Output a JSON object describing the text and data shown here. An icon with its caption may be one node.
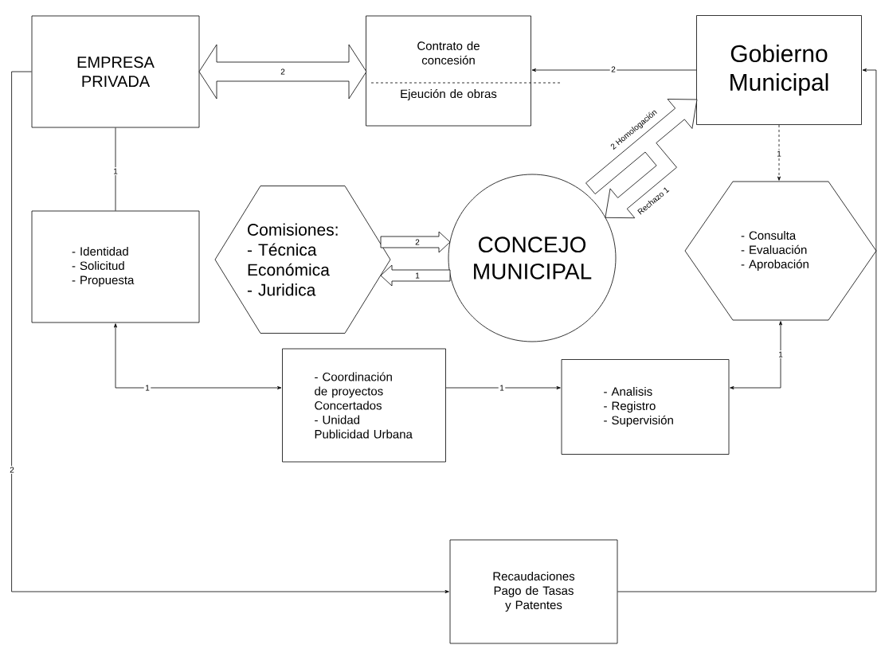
{
  "diagram": {
    "nodes": [
      {
        "text": [
          "EMPRESA PRIVADA"
        ]
      },
      {
        "text": [
          "Contrato de concesión",
          "Ejeución de obras"
        ]
      },
      {
        "text": [
          "Gobierno Municipal"
        ]
      },
      {
        "text": [
          "- Identidad",
          "- Solicitud",
          "- Propuesta"
        ]
      },
      {
        "text": [
          "Comisiones:",
          "- Técnica Económica",
          "- Juridica"
        ]
      },
      {
        "text": [
          "CONCEJO MUNICIPAL"
        ]
      },
      {
        "text": [
          "- Consulta",
          "- Evaluación",
          "- Aprobación"
        ]
      },
      {
        "text": [
          "- Coordinación de proyectos Concertados",
          "- Unidad Publicidad Urbana"
        ]
      },
      {
        "text": [
          "- Analisis",
          "- Registro",
          "- Supervisión"
        ]
      },
      {
        "text": [
          "Recaudaciones Pago de Tasas y Patentes"
        ]
      }
    ],
    "edges": [
      {
        "from": 0,
        "to": 1,
        "arrow": "both",
        "label": "2",
        "style": "thick"
      },
      {
        "from": 2,
        "to": 1,
        "arrow": "to",
        "label": "2"
      },
      {
        "from": 0,
        "to": 3,
        "arrow": "none",
        "label": "1"
      },
      {
        "from": 3,
        "to": 7,
        "arrow": "both",
        "label": "1"
      },
      {
        "from": 7,
        "to": 8,
        "arrow": "to",
        "label": "1"
      },
      {
        "from": 8,
        "to": 6,
        "arrow": "both",
        "label": "1"
      },
      {
        "from": 2,
        "to": 6,
        "arrow": "to",
        "label": "1",
        "style": "dashed"
      },
      {
        "from": 4,
        "to": 5,
        "arrow": "to",
        "label": "2",
        "style": "thick"
      },
      {
        "from": 5,
        "to": 4,
        "arrow": "to",
        "label": "1",
        "style": "thick"
      },
      {
        "from": 5,
        "to": 2,
        "arrow": "both",
        "label": "2 Homologación",
        "style": "thick"
      },
      {
        "from": 0,
        "to": 9,
        "arrow": "to",
        "label": "2"
      },
      {
        "from": 9,
        "to": 2,
        "arrow": "to"
      }
    ],
    "labels": [
      "Rechazo 1"
    ]
  }
}
